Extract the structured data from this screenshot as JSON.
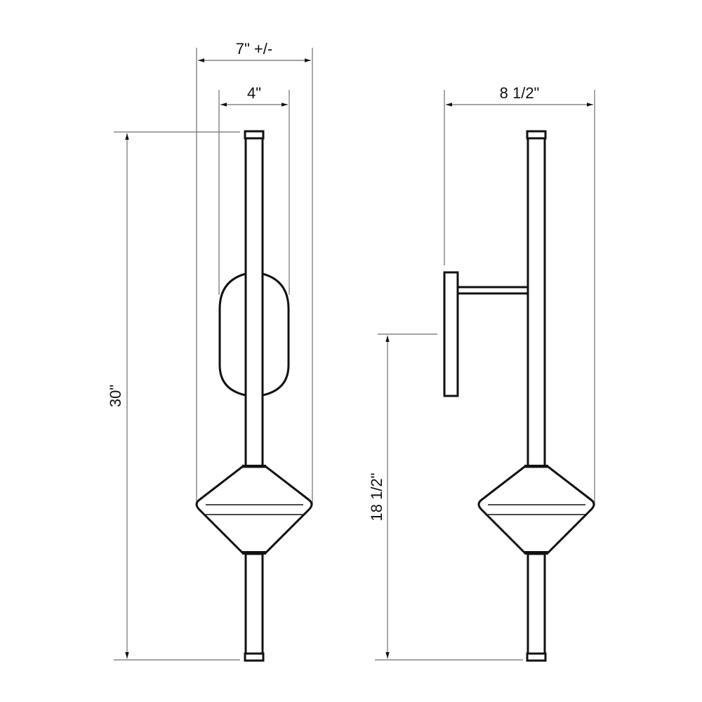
{
  "drawing": {
    "front_view": {
      "overall_width_label": "7\" +/-",
      "canopy_width_label": "4\"",
      "overall_height_label": "30\""
    },
    "side_view": {
      "projection_label": "8 1/2\"",
      "mount_height_label": "18 1/2\""
    },
    "colors": {
      "line": "#111111",
      "extension_line": "#6e6e6e",
      "background": "#ffffff"
    }
  }
}
